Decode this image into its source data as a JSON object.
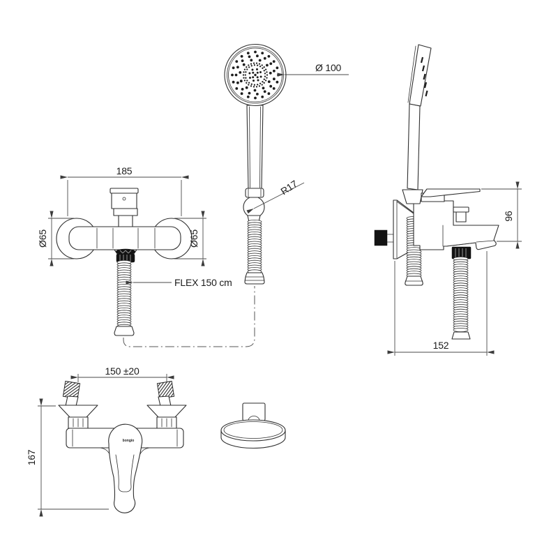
{
  "sheet": {
    "background": "#ffffff",
    "line_color": "#2e2e2e",
    "dim_color": "#4a4a4a",
    "text_color": "#1b1b1b"
  },
  "brand": {
    "logo_text": "bongio"
  },
  "dimensions": {
    "head_diameter": "Ø 100",
    "hook_radius": "R17",
    "front_body_width": "185",
    "front_left_escutcheon": "Ø65",
    "front_right_escutcheon": "Ø65",
    "hose_length": "FLEX 150 cm",
    "side_height": "96",
    "side_depth": "152",
    "connection_centers": "150 ±20",
    "bottom_total_height": "167"
  }
}
